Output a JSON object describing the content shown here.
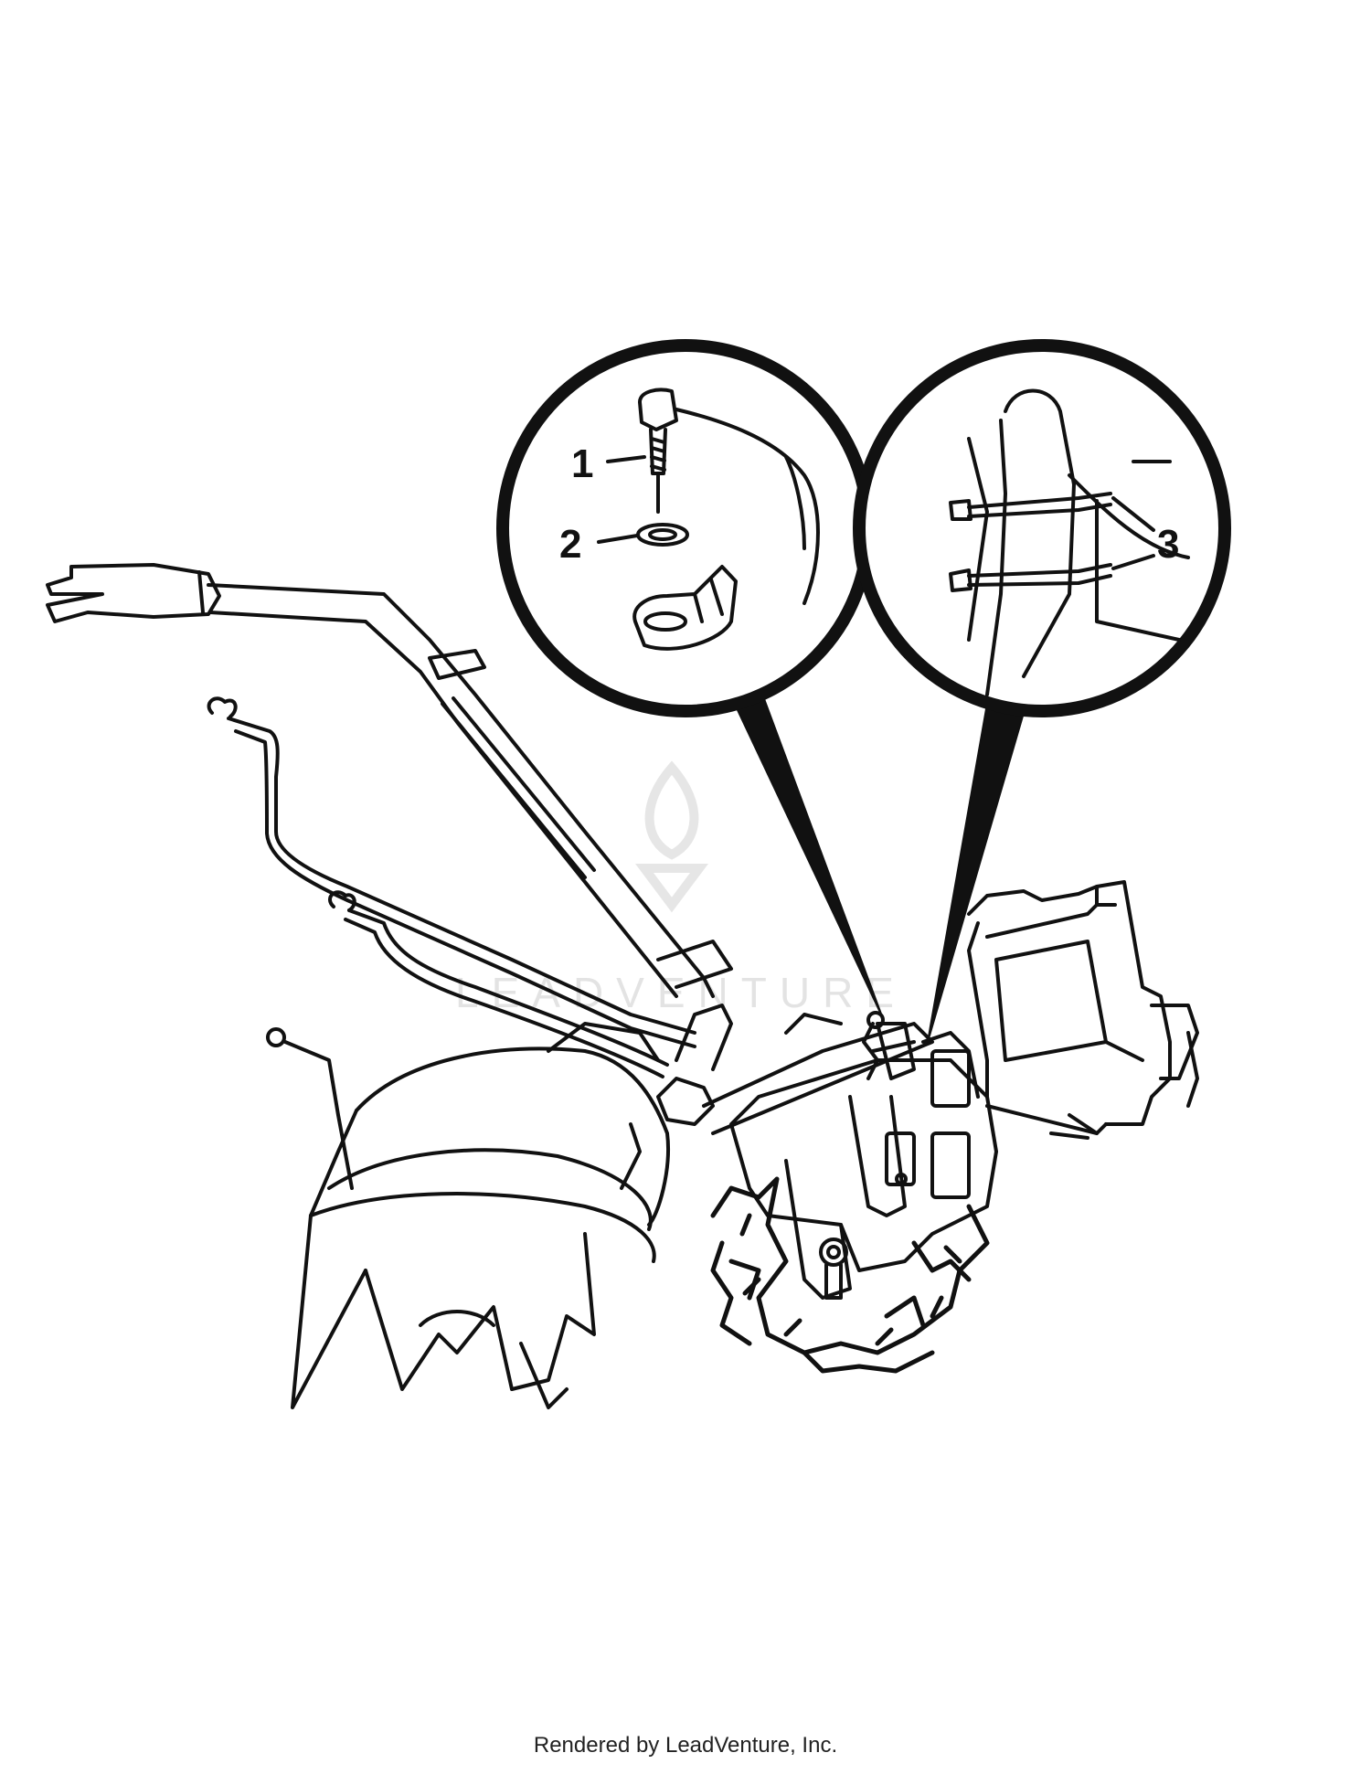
{
  "diagram": {
    "callouts": [
      {
        "id": "1"
      },
      {
        "id": "2"
      },
      {
        "id": "3"
      }
    ],
    "watermark": "LEADVENTURE"
  },
  "footer": {
    "text": "Rendered by LeadVenture, Inc."
  },
  "colors": {
    "line": "#111111",
    "background": "#ffffff",
    "watermark": "#e3e3e3"
  }
}
